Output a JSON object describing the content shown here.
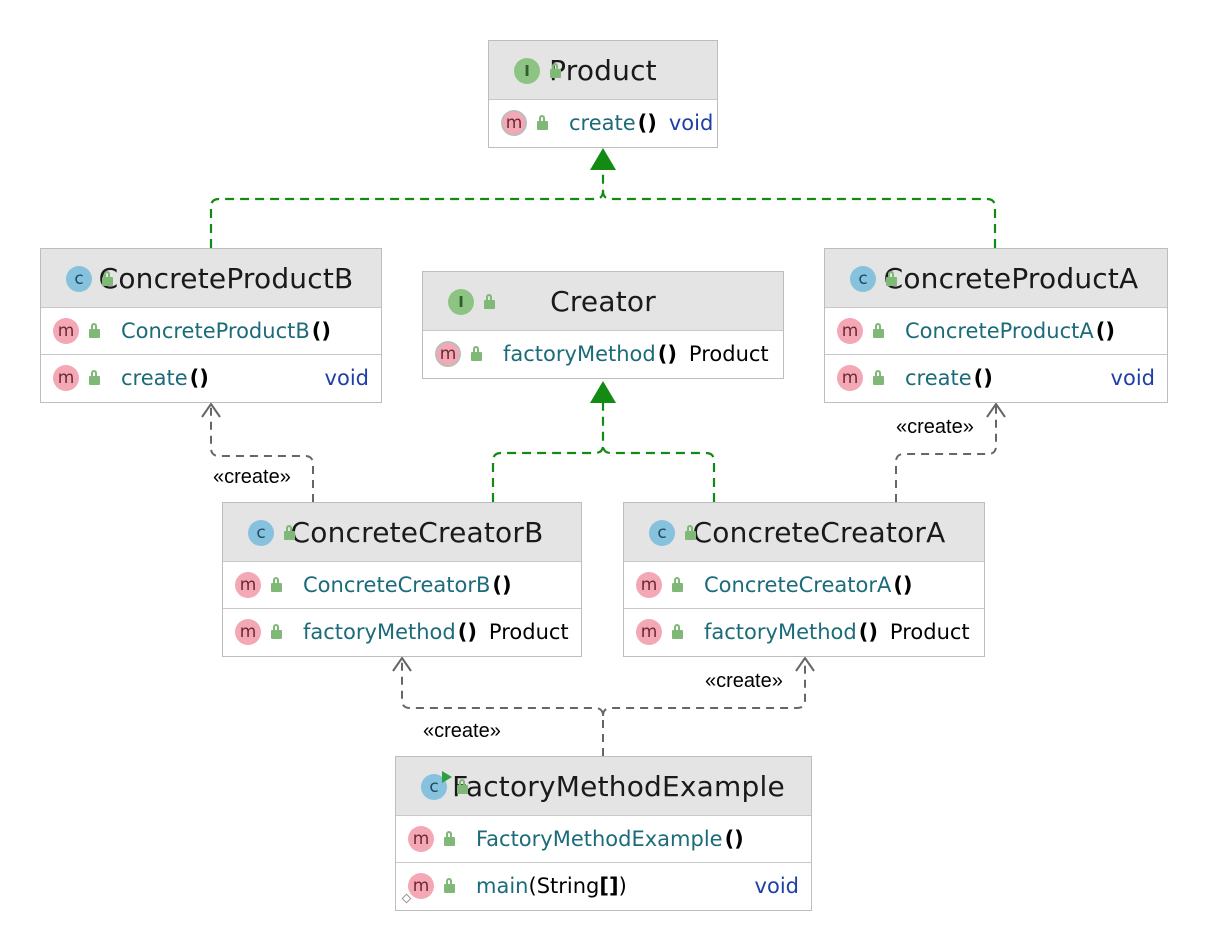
{
  "stereotype": "«create»",
  "boxes": {
    "product": {
      "name": "Product",
      "kind": "interface",
      "rows": [
        {
          "icon": "method-icon",
          "abstract": true,
          "name": "create",
          "parens": "()",
          "ret": "void",
          "ret_kind": "keyword-inline"
        }
      ]
    },
    "cpb": {
      "name": "ConcreteProductB",
      "kind": "class",
      "rows": [
        {
          "name": "ConcreteProductB",
          "parens": "()"
        },
        {
          "name": "create",
          "parens": "()",
          "ret": "void",
          "ret_kind": "keyword"
        }
      ]
    },
    "creator": {
      "name": "Creator",
      "kind": "interface",
      "rows": [
        {
          "abstract": true,
          "name": "factoryMethod",
          "parens": "()",
          "ret": "Product"
        }
      ]
    },
    "cpa": {
      "name": "ConcreteProductA",
      "kind": "class",
      "rows": [
        {
          "name": "ConcreteProductA",
          "parens": "()"
        },
        {
          "name": "create",
          "parens": "()",
          "ret": "void",
          "ret_kind": "keyword"
        }
      ]
    },
    "ccb": {
      "name": "ConcreteCreatorB",
      "kind": "class",
      "rows": [
        {
          "name": "ConcreteCreatorB",
          "parens": "()"
        },
        {
          "name": "factoryMethod",
          "parens": "()",
          "ret": "Product"
        }
      ]
    },
    "cca": {
      "name": "ConcreteCreatorA",
      "kind": "class",
      "rows": [
        {
          "name": "ConcreteCreatorA",
          "parens": "()"
        },
        {
          "name": "factoryMethod",
          "parens": "()",
          "ret": "Product"
        }
      ]
    },
    "fme": {
      "name": "FactoryMethodExample",
      "kind": "runnable-class",
      "rows": [
        {
          "name": "FactoryMethodExample",
          "parens": "()"
        },
        {
          "static": true,
          "name": "main",
          "parens_open": "(",
          "args": "String",
          "brackets": "[]",
          "parens_close": ")",
          "ret": "void",
          "ret_kind": "keyword"
        }
      ]
    }
  },
  "relations": [
    {
      "type": "implements",
      "from": "ConcreteProductB",
      "to": "Product"
    },
    {
      "type": "implements",
      "from": "ConcreteProductA",
      "to": "Product"
    },
    {
      "type": "implements",
      "from": "ConcreteCreatorB",
      "to": "Creator"
    },
    {
      "type": "implements",
      "from": "ConcreteCreatorA",
      "to": "Creator"
    },
    {
      "type": "create",
      "from": "ConcreteCreatorB",
      "to": "ConcreteProductB"
    },
    {
      "type": "create",
      "from": "ConcreteCreatorA",
      "to": "ConcreteProductA"
    },
    {
      "type": "create",
      "from": "FactoryMethodExample",
      "to": "ConcreteCreatorB"
    },
    {
      "type": "create",
      "from": "FactoryMethodExample",
      "to": "ConcreteCreatorA"
    }
  ],
  "colors": {
    "realization": "#138a13",
    "dependency": "#666666",
    "method_name": "#1b6b7a",
    "keyword": "#1e3fa8",
    "header_bg": "#e4e4e4"
  }
}
